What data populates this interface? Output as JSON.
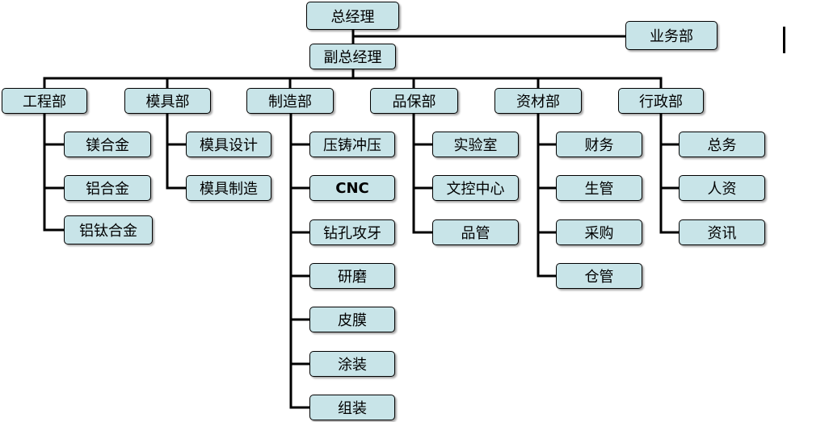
{
  "top": {
    "ceo": "总经理",
    "business": "业务部",
    "vice": "副总经理"
  },
  "departments": [
    {
      "name": "工程部",
      "subs": [
        "镁合金",
        "铝合金",
        "铝钛合金"
      ]
    },
    {
      "name": "模具部",
      "subs": [
        "模具设计",
        "模具制造"
      ]
    },
    {
      "name": "制造部",
      "subs": [
        "压铸冲压",
        "CNC",
        "钻孔攻牙",
        "研磨",
        "皮膜",
        "涂装",
        "组装"
      ]
    },
    {
      "name": "品保部",
      "subs": [
        "实验室",
        "文控中心",
        "品管"
      ]
    },
    {
      "name": "资材部",
      "subs": [
        "财务",
        "生管",
        "采购",
        "仓管"
      ]
    },
    {
      "name": "行政部",
      "subs": [
        "总务",
        "人资",
        "资讯"
      ]
    }
  ],
  "colors": {
    "box_fill": "#c8e4e8",
    "box_border": "#000000",
    "connector": "#000000"
  }
}
